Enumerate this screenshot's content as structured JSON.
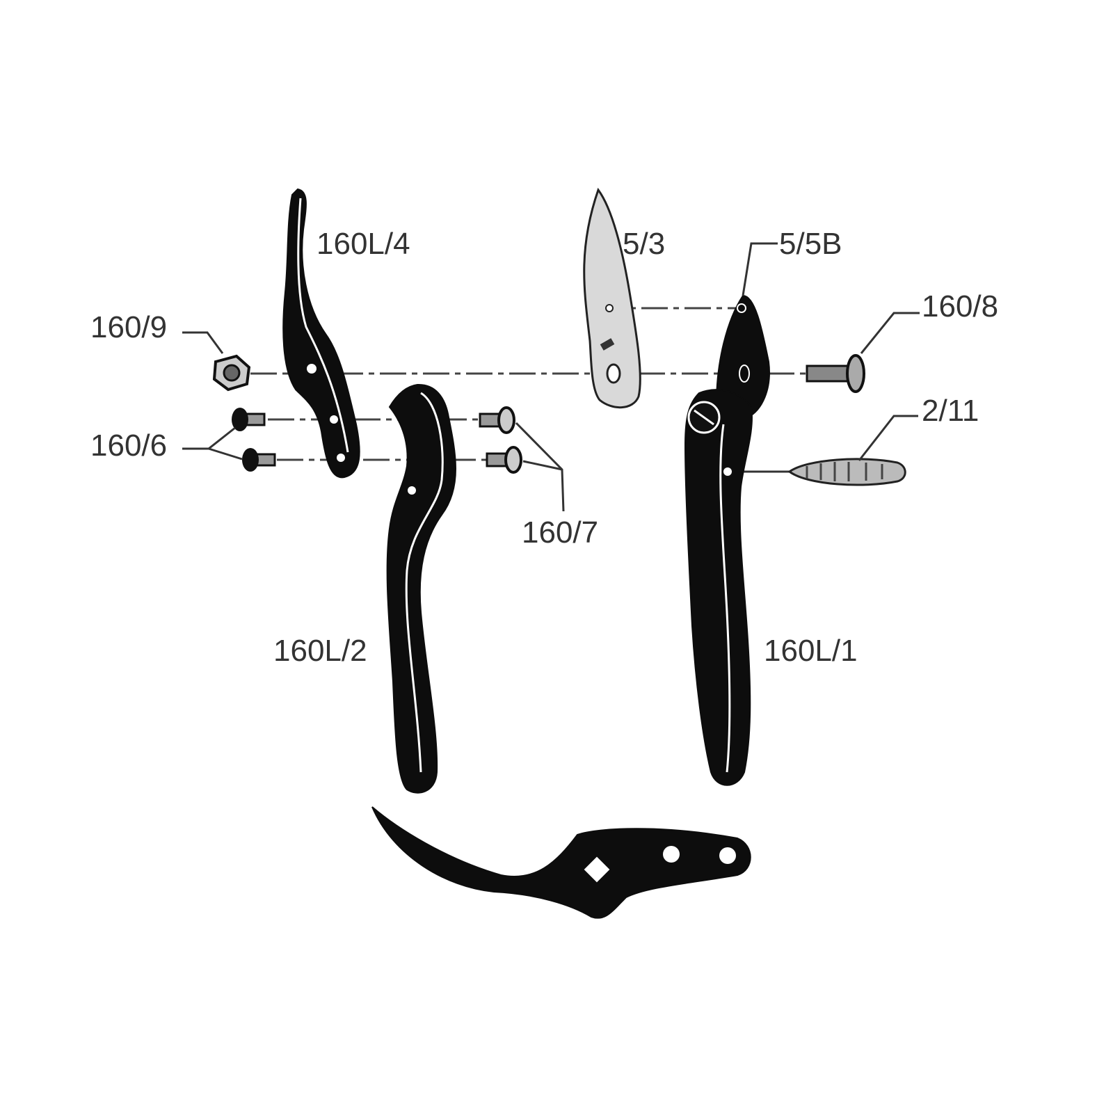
{
  "diagram": {
    "title_hidden": "",
    "labels": {
      "upper_jaw": "160L/4",
      "blade": "5/3",
      "blade_holder": "5/5B",
      "nut": "160/9",
      "bolt": "160/8",
      "spring": "2/11",
      "screws_left": "160/6",
      "screws_right": "160/7",
      "lower_handle": "160L/2",
      "upper_handle": "160L/1"
    },
    "colors": {
      "part": "#0d0d0d",
      "blade": "#d9d9d9",
      "label": "#333333"
    }
  }
}
